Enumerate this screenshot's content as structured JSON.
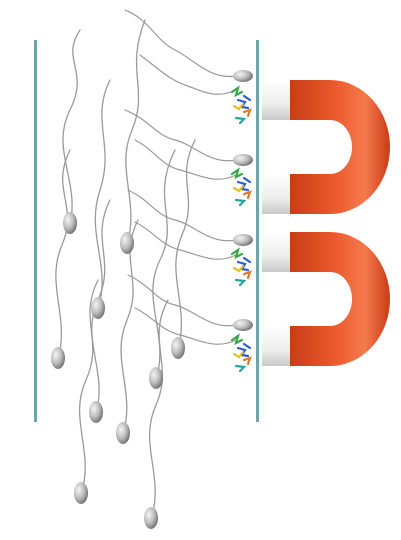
{
  "image": {
    "description_free": true
  },
  "colors": {
    "background": "#ffffff",
    "membrane_line": "#6fa4a8",
    "magnet_red": "#e0461f",
    "magnet_red_dark": "#b93310",
    "magnet_red_light": "#f0714a",
    "magnet_tip": "#f2f2f2",
    "magnet_tip_shade": "#cfcfcf",
    "sperm_head": "#bdbdbd",
    "sperm_head_dark": "#7d7d7d",
    "tail": "#9a9a9a",
    "protein_green": "#3aa64a",
    "protein_blue": "#2b5fd1",
    "protein_yellow": "#e4c320",
    "protein_orange": "#e0782a",
    "protein_teal": "#2aa3a0"
  },
  "elements": {
    "membranes": 2,
    "magnets": 2,
    "free_sperm": 10,
    "bound_sperm": 4
  }
}
